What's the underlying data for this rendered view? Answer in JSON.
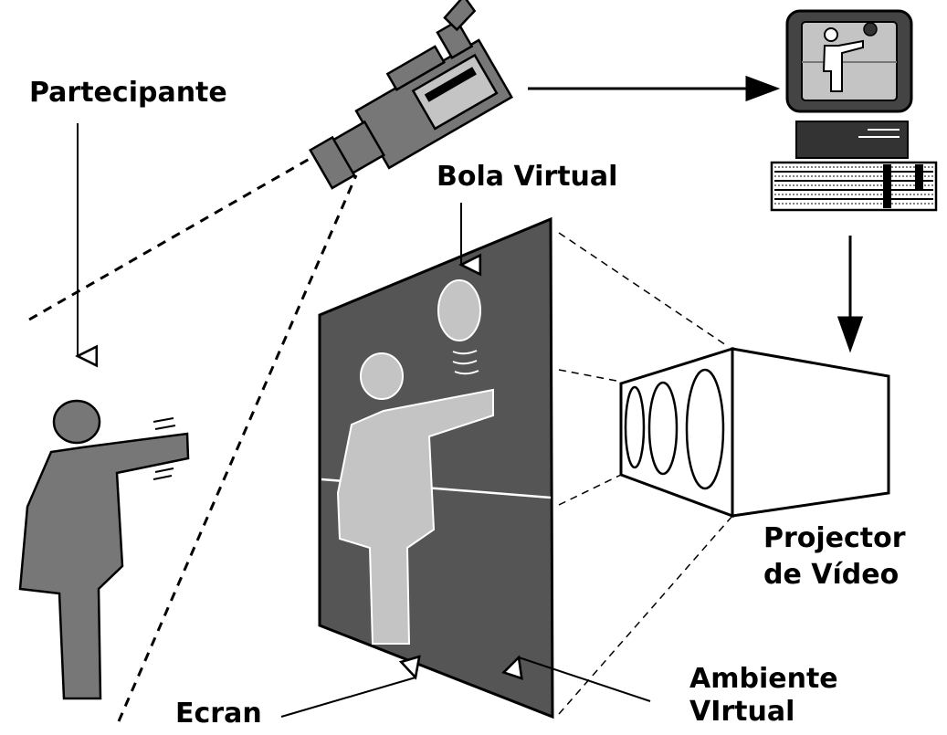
{
  "labels": {
    "participant": "Partecipante",
    "virtual_ball": "Bola Virtual",
    "projector_line1": "Projector",
    "projector_line2": "de Vídeo",
    "screen": "Ecran",
    "environment_line1": "Ambiente",
    "environment_line2": "VIrtual"
  },
  "colors": {
    "figure_gray": "#777777",
    "screen_dark": "#555555",
    "silhouette_light": "#c4c4c4",
    "line": "#000000"
  },
  "icons": {
    "camera": "video-camera-icon",
    "computer": "computer-icon",
    "projector": "projector-icon",
    "person": "person-icon"
  }
}
